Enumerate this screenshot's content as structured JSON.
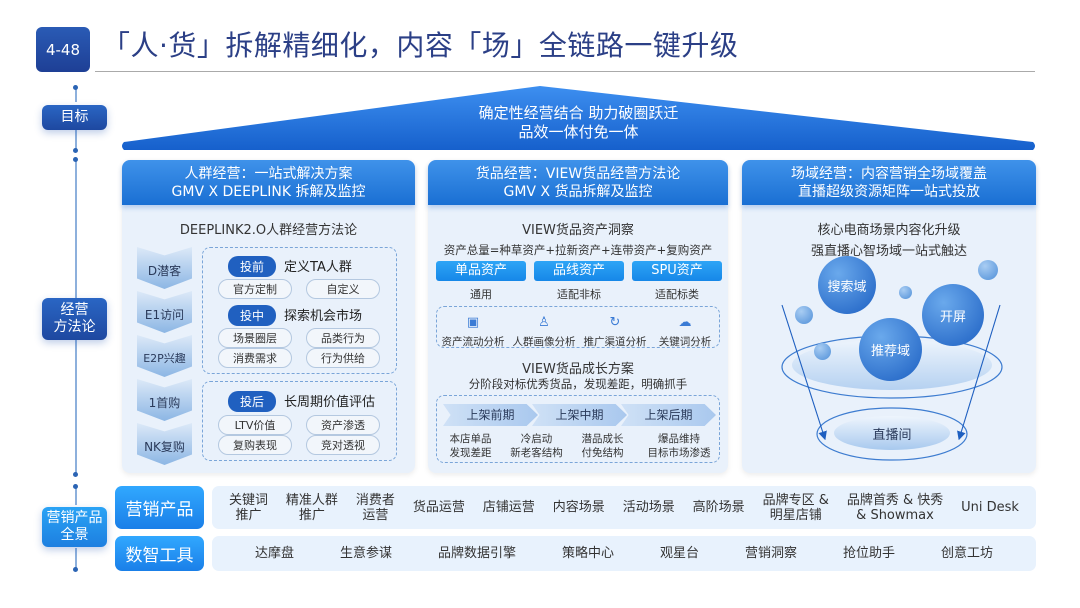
{
  "header": {
    "page_number": "4-48",
    "title": "「人·货」拆解精细化，内容「场」全链路一键升级"
  },
  "side_tags": {
    "goal": "目标",
    "methodology": "经营\n方法论",
    "products": "营销产品\n全景"
  },
  "goal": {
    "line1": "确定性经营结合 助力破圈跃迁",
    "line2": "品效一体付免一体"
  },
  "people": {
    "head_line1": "人群经营：一站式解决方案",
    "head_line2": "GMV X DEEPLINK 拆解及监控",
    "subtitle": "DEEPLINK2.O人群经营方法论",
    "funnel": [
      "D潜客",
      "E1访问",
      "E2P兴趣",
      "1首购",
      "NK复购"
    ],
    "stages": [
      {
        "tag": "投前",
        "label": "定义TA人群",
        "pills": [
          "官方定制",
          "自定义"
        ]
      },
      {
        "tag": "投中",
        "label": "探索机会市场",
        "pills": [
          "场景圈层",
          "品类行为",
          "消费需求",
          "行为供给"
        ]
      },
      {
        "tag": "投后",
        "label": "长周期价值评估",
        "pills": [
          "LTV价值",
          "资产渗透",
          "复购表现",
          "竞对透视"
        ]
      }
    ]
  },
  "goods": {
    "head_line1": "货品经营：VIEW货品经营方法论",
    "head_line2": "GMV X 货品拆解及监控",
    "insight_title": "VIEW货品资产洞察",
    "formula": "资产总量=种草资产+拉新资产+连带资产+复购资产",
    "assets": [
      {
        "label": "单品资产",
        "sub": "通用"
      },
      {
        "label": "品线资产",
        "sub": "适配非标"
      },
      {
        "label": "SPU资产",
        "sub": "适配标类"
      }
    ],
    "analyses": [
      {
        "icon": "chart-doc-icon",
        "label": "资产流动分析"
      },
      {
        "icon": "user-profile-icon",
        "label": "人群画像分析"
      },
      {
        "icon": "cycle-icon",
        "label": "推广渠道分析"
      },
      {
        "icon": "cloud-keyword-icon",
        "label": "关键词分析"
      }
    ],
    "growth_title": "VIEW货品成长方案",
    "growth_sub": "分阶段对标优秀货品，发现差距，明确抓手",
    "phases": [
      "上架前期",
      "上架中期",
      "上架后期"
    ],
    "phase_details": [
      {
        "l1": "本店单品",
        "l2": "发现差距"
      },
      {
        "l1": "冷启动",
        "l2": "新老客结构"
      },
      {
        "l1": "潜品成长",
        "l2": "付免结构"
      },
      {
        "l1": "爆品维持",
        "l2": "目标市场渗透"
      }
    ]
  },
  "scene": {
    "head_line1": "场域经营：内容营销全场域覆盖",
    "head_line2": "直播超级资源矩阵一站式投放",
    "sub1": "核心电商场景内容化升级",
    "sub2": "强直播心智场域一站式触达",
    "bubbles": {
      "search": "搜索域",
      "splash": "开屏",
      "recommend": "推荐域"
    },
    "live_room": "直播间"
  },
  "marketing_products": {
    "label": "营销产品",
    "items": [
      "关键词\n推广",
      "精准人群\n推广",
      "消费者\n运营",
      "货品运营",
      "店铺运营",
      "内容场景",
      "活动场景",
      "高阶场景",
      "品牌专区 &\n明星店铺",
      "品牌首秀 & 快秀\n& Showmax",
      "Uni Desk"
    ]
  },
  "data_tools": {
    "label": "数智工具",
    "items": [
      "达摩盘",
      "生意参谋",
      "品牌数据引擎",
      "策略中心",
      "观星台",
      "营销洞察",
      "抢位助手",
      "创意工坊"
    ]
  }
}
